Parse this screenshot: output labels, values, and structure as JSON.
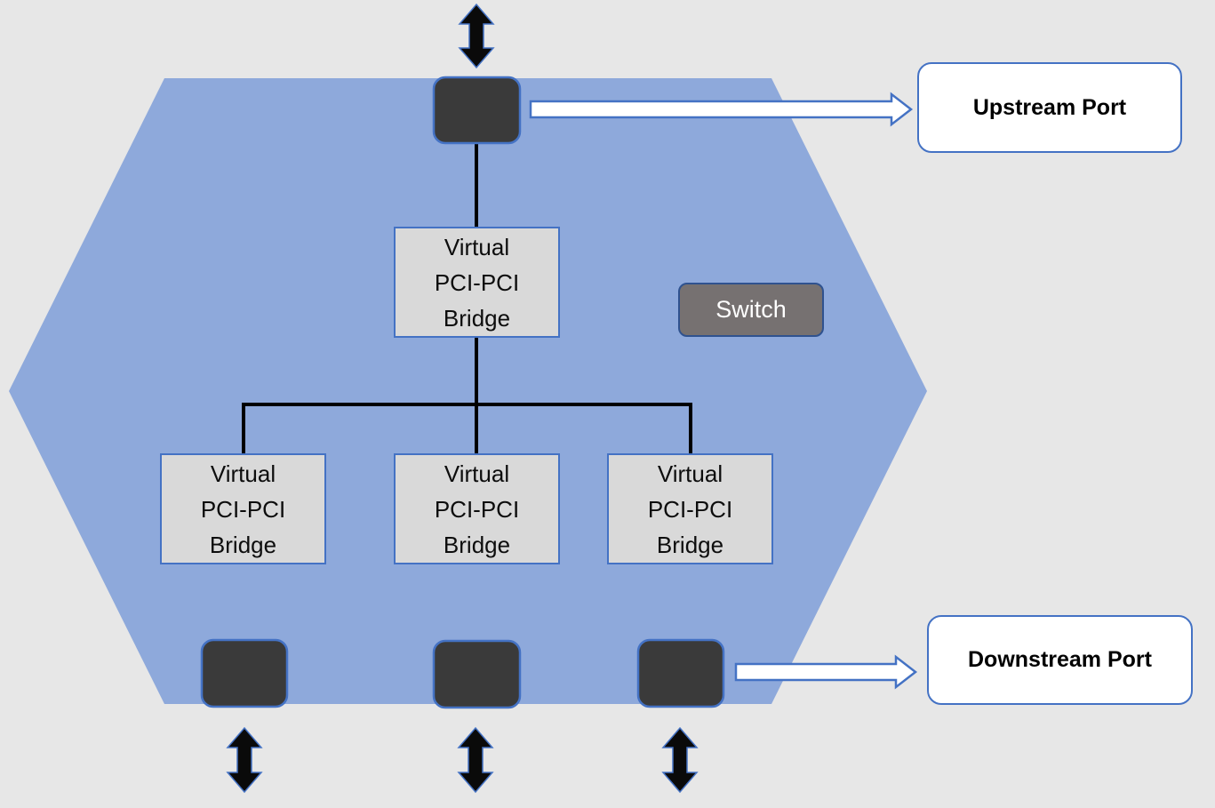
{
  "diagram": {
    "switch_badge": {
      "label": "Switch"
    },
    "upstream_port": {
      "label": "Upstream Port"
    },
    "downstream_port": {
      "label": "Downstream Port"
    },
    "bridges": {
      "label_lines": [
        "Virtual",
        "PCI-PCI",
        "Bridge"
      ],
      "full_label": "Virtual PCI-PCI Bridge",
      "instances": [
        "top",
        "bottom-left",
        "bottom-center",
        "bottom-right"
      ]
    },
    "ports": {
      "upstream_squares": 1,
      "downstream_squares": 3
    },
    "icons": [
      "updown-arrow-icon",
      "right-arrow-icon"
    ]
  },
  "colors": {
    "background": "#e7e7e7",
    "hexagon_blue": "#8ea9db",
    "bridge_box_fill": "#d9d9d9",
    "bridge_box_border": "#4472c4",
    "port_square_fill": "#3a3a3a",
    "port_square_border": "#4472c4",
    "switch_badge_fill": "#767171",
    "switch_badge_border": "#2f528f",
    "label_box_fill": "#ffffff",
    "label_box_border": "#4472c4",
    "connector_line": "#000000",
    "double_arrow_fill": "#0a0a0a",
    "white_arrow_fill": "#ffffff"
  }
}
